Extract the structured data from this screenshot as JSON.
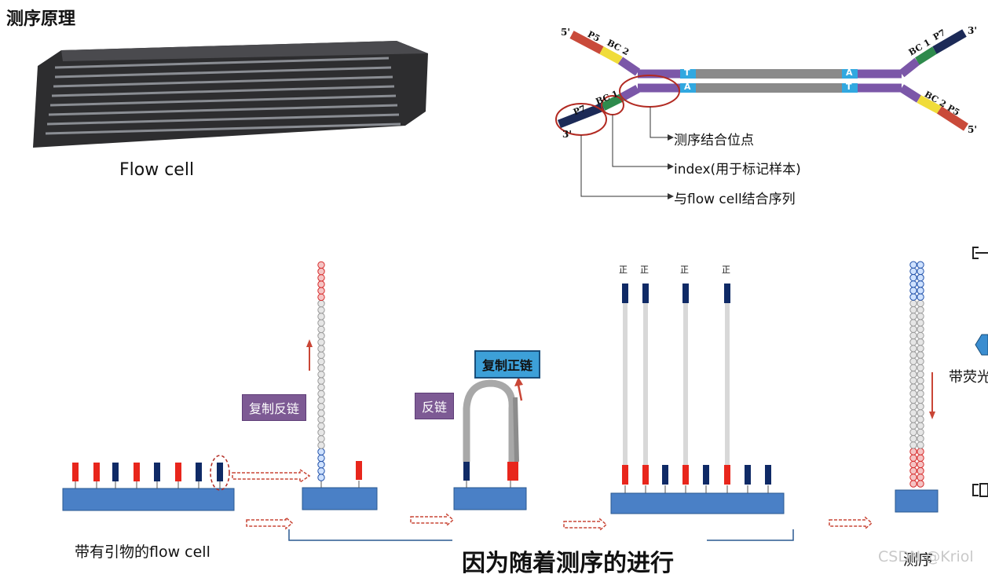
{
  "page_title": "测序原理",
  "flowcell_label": "Flow cell",
  "adapter": {
    "labels_left_top": [
      "5'",
      "P5",
      "BC 2"
    ],
    "labels_left_bottom": [
      "P7",
      "BC 1",
      "3'"
    ],
    "labels_right_top": [
      "BC 1",
      "P7",
      "3'"
    ],
    "labels_right_bottom": [
      "BC 2",
      "P5",
      "5'"
    ],
    "junction_top": [
      "T",
      "A"
    ],
    "junction_bottom": [
      "A",
      "T"
    ],
    "legend": [
      "测序结合位点",
      "index(用于标记样本)",
      "与flow cell结合序列"
    ],
    "colors": {
      "p5": "#c94a3a",
      "bc2": "#f0dc3a",
      "p7": "#1c2a57",
      "bc1": "#2e8a4c",
      "linker": "#7b57a8",
      "insert": "#8a8a8a",
      "junction": "#31a8e0"
    }
  },
  "steps": {
    "step1_caption": "带有引物的flow cell",
    "copy_reverse": "复制反链",
    "reverse_strand": "反链",
    "copy_forward": "复制正链",
    "forward_marks": [
      "正",
      "正",
      "正",
      "正"
    ],
    "bottom_caption": "因为随着测序的进行",
    "seq_caption": "测序",
    "side_text": "带荧光",
    "watermark": "CSDN @Kriol"
  },
  "colors": {
    "primer_red": "#e8261c",
    "primer_navy": "#0f2a66",
    "slide_blue": "#4a80c6",
    "arrow_red": "#c94636"
  }
}
